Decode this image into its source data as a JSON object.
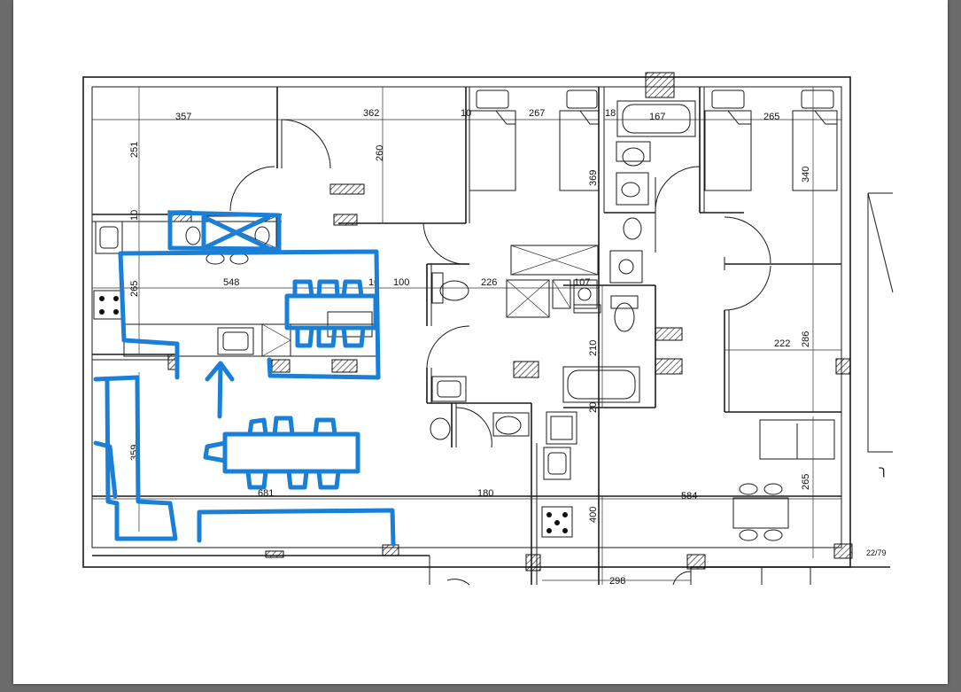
{
  "document": {
    "dimensions": {
      "d357": "357",
      "d362": "362",
      "d10a": "10",
      "d267": "267",
      "d18": "18",
      "d167": "167",
      "d265a": "265",
      "d251": "251",
      "d260": "260",
      "d369": "369",
      "d340": "340",
      "d10b": "10",
      "d548": "548",
      "d265b": "265",
      "d10c": "10",
      "d100": "100",
      "d226": "226",
      "d107": "107",
      "d210": "210",
      "d286": "286",
      "d222": "222",
      "d20": "20",
      "d359": "359",
      "d681": "681",
      "d180": "180",
      "d584": "584",
      "d265c": "265",
      "d400": "400",
      "d298": "298",
      "d2279": "22/79"
    },
    "side_mark": "ך"
  },
  "colors": {
    "annotation": "#1a7fd6",
    "wall": "#1a1a1a",
    "page": "#ffffff",
    "viewer": "#6b6b6b"
  }
}
